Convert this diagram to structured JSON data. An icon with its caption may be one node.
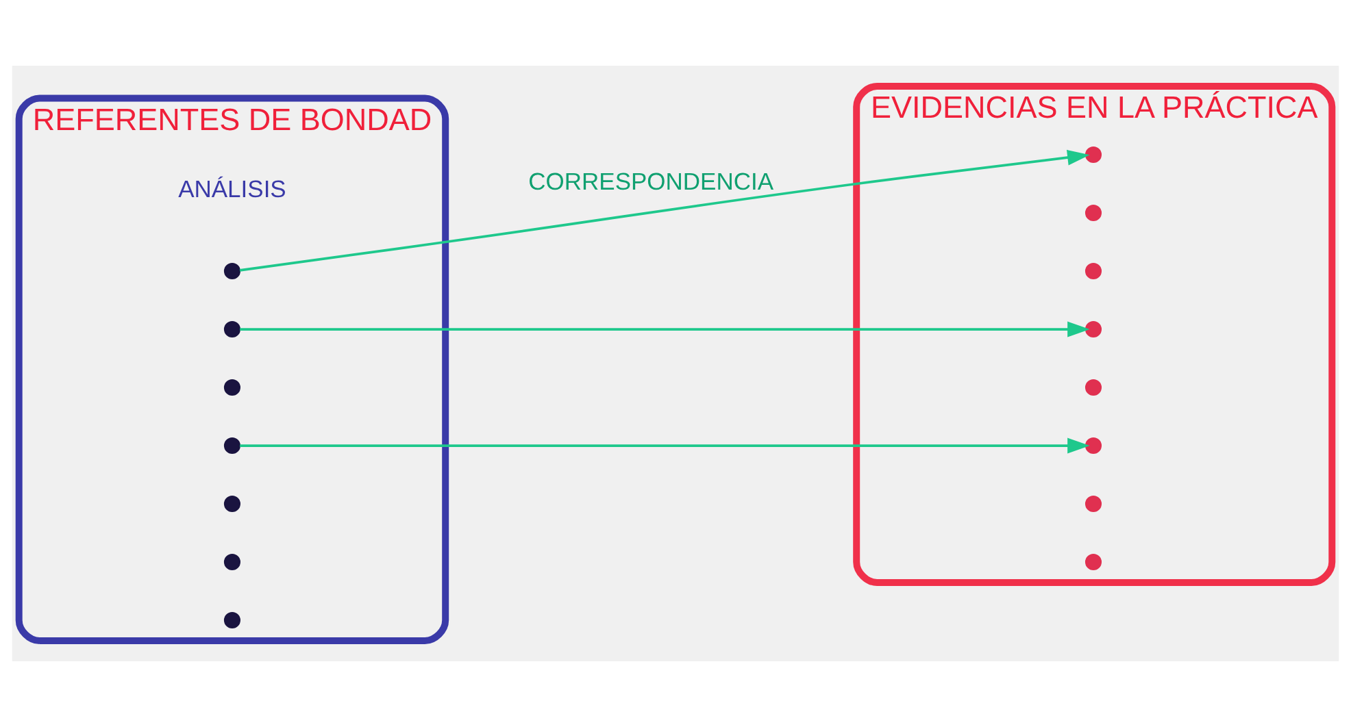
{
  "diagram": {
    "nodes": [
      {
        "text": [
          "REFERENTES DE BONDAD"
        ]
      },
      {
        "text": [],
        "shape": "dot",
        "in": 0
      },
      {
        "text": [],
        "shape": "dot",
        "in": 0
      },
      {
        "text": [],
        "shape": "dot",
        "in": 0
      },
      {
        "text": [],
        "shape": "dot",
        "in": 0
      },
      {
        "text": [],
        "shape": "dot",
        "in": 0
      },
      {
        "text": [],
        "shape": "dot",
        "in": 0
      },
      {
        "text": [],
        "shape": "dot",
        "in": 0
      },
      {
        "text": [
          "EVIDENCIAS EN LA PRÁCTICA"
        ]
      },
      {
        "text": [],
        "shape": "cross",
        "in": 8
      },
      {
        "text": [],
        "shape": "cross",
        "in": 8
      },
      {
        "text": [],
        "shape": "cross",
        "in": 8
      },
      {
        "text": [],
        "shape": "cross",
        "in": 8
      },
      {
        "text": [],
        "shape": "cross",
        "in": 8
      },
      {
        "text": [],
        "shape": "cross",
        "in": 8
      },
      {
        "text": [],
        "shape": "cross",
        "in": 8
      },
      {
        "text": [],
        "shape": "cross",
        "in": 8
      }
    ],
    "edges": [
      {
        "from": 1,
        "to": 9,
        "arrow": "to",
        "label": "CORRESPONDENCIA"
      },
      {
        "from": 2,
        "to": 12,
        "arrow": "to"
      },
      {
        "from": 4,
        "to": 14,
        "arrow": "to"
      }
    ],
    "labels": [
      "ANÁLISIS"
    ]
  }
}
